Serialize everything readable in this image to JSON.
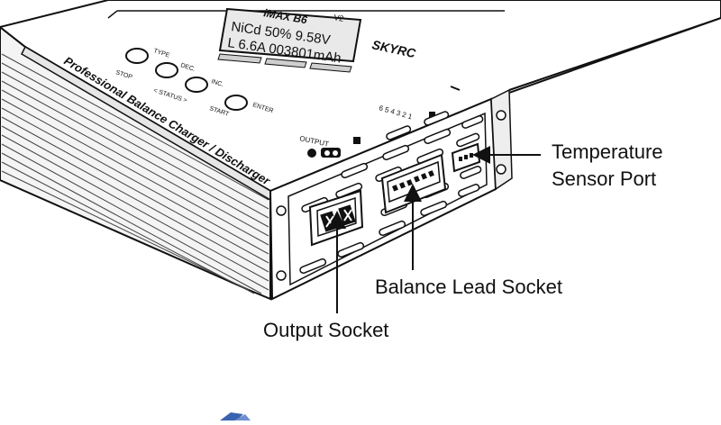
{
  "device": {
    "brand": "SKYRC",
    "model_logo": "iMAX B6",
    "model_suffix": "V2",
    "side_text": "Professional Balance Charger / Discharger",
    "lcd_line1": "NiCd 50% 9.58V",
    "lcd_line2": "L 6.6A 003801mAh",
    "button_stop": "STOP",
    "button_dec": "DEC.",
    "button_inc": "INC.",
    "button_start": "START",
    "button_enter": "ENTER",
    "button_status": "< STATUS >",
    "button_type": "TYPE",
    "output_label": "OUTPUT",
    "port_numbers": "6 5 4 3 2 1"
  },
  "callouts": {
    "temperature_line1": "Temperature",
    "temperature_line2": "Sensor Port",
    "balance": "Balance Lead Socket",
    "output": "Output Socket"
  },
  "colors": {
    "outline": "#1a1a1a",
    "body_fill": "#ffffff",
    "side_shade": "#f2f2f2",
    "logo_blue": "#3a64b0"
  }
}
